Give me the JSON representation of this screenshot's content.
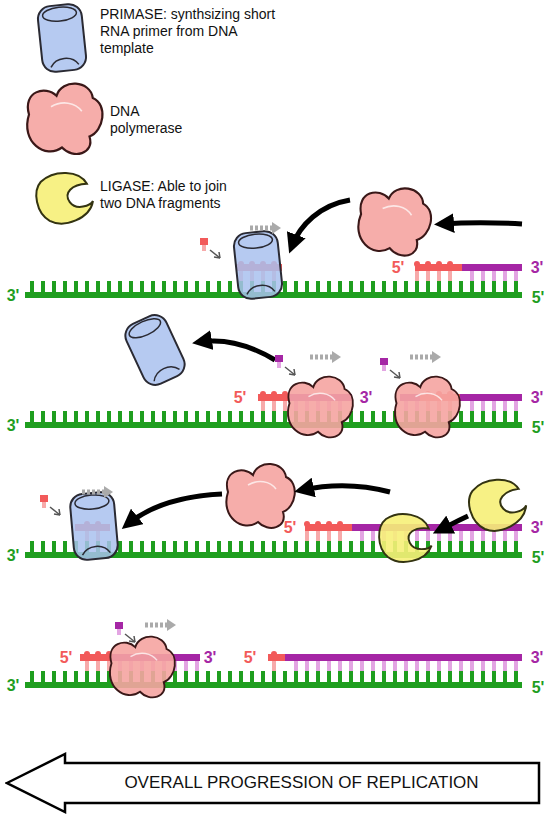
{
  "diagram": {
    "nodes": [
      {
        "text": [
          "OVERALL PROGRESSION OF REPLICATION"
        ]
      }
    ],
    "labels": [
      "5'",
      "3'",
      "3'",
      "5'",
      "5'",
      "3'",
      "3'",
      "3'",
      "5'",
      "5'",
      "3'",
      "3'",
      "5'",
      "5'",
      "3'",
      "5'",
      "3'",
      "3'",
      "5'"
    ],
    "legend": [
      {
        "text": "PRIMASE: synthsizing short RNA primer from DNA template"
      },
      {
        "text": "DNA polymerase"
      },
      {
        "text": "LIGASE: Able to join two DNA fragments"
      }
    ]
  }
}
